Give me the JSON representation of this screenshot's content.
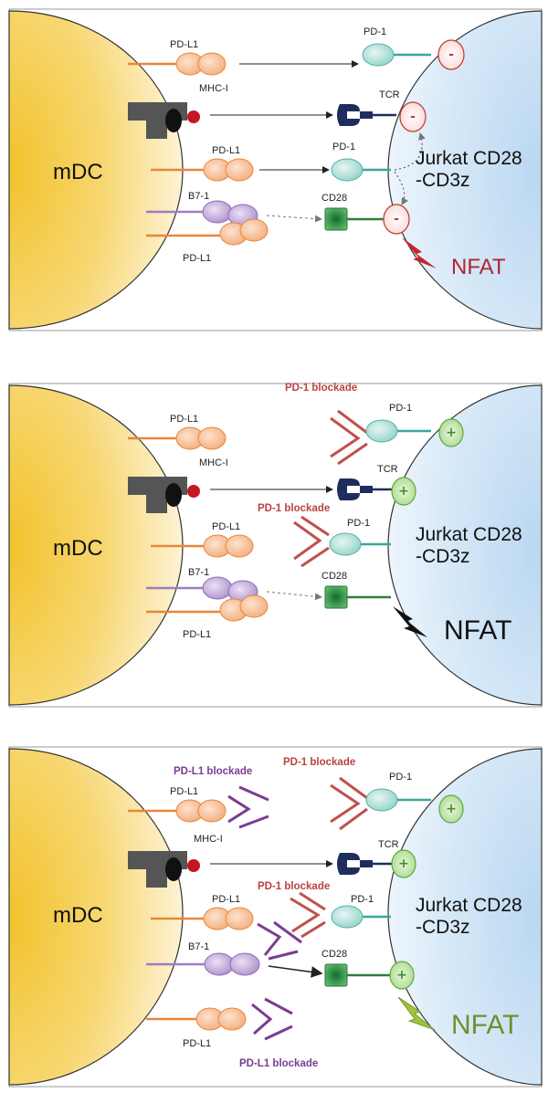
{
  "colors": {
    "mdc": "#f4c63f",
    "jurkat": "#cfe3f4",
    "pdl1": "#f5b58a",
    "b71": "#b89fd3",
    "pd1": "#a9ddd6",
    "cd28": "#2e9b4a",
    "tcr": "#1f2d5c",
    "pd1_blockade": "#c0504d",
    "pdl1_blockade": "#7b3c91",
    "nfat_inhibited": "#b3262e",
    "nfat_baseline": "#111111",
    "nfat_active": "#6f8f2a"
  },
  "panels": [
    {
      "id": "baseline",
      "mdc": "mDC",
      "jurkat_line1": "Jurkat CD28",
      "jurkat_line2": "-CD3z",
      "nfat": "NFAT",
      "labels": {
        "pdl1_top": "PD-L1",
        "mhc": "MHC-I",
        "pdl1_mid": "PD-L1",
        "b71": "B7-1",
        "pdl1_bot": "PD-L1",
        "pd1_top": "PD-1",
        "tcr": "TCR",
        "pd1_mid": "PD-1",
        "cd28": "CD28"
      },
      "signs": [
        "-",
        "-",
        "-"
      ]
    },
    {
      "id": "pd1-blockade",
      "mdc": "mDC",
      "jurkat_line1": "Jurkat CD28",
      "jurkat_line2": "-CD3z",
      "nfat": "NFAT",
      "labels": {
        "pdl1_top": "PD-L1",
        "mhc": "MHC-I",
        "pdl1_mid": "PD-L1",
        "b71": "B7-1",
        "pdl1_bot": "PD-L1",
        "pd1_top": "PD-1",
        "tcr": "TCR",
        "pd1_mid": "PD-1",
        "cd28": "CD28"
      },
      "blockade_top": "PD-1 blockade",
      "blockade_mid": "PD-1 blockade",
      "signs": [
        "+",
        "+"
      ]
    },
    {
      "id": "dual-blockade",
      "mdc": "mDC",
      "jurkat_line1": "Jurkat CD28",
      "jurkat_line2": "-CD3z",
      "nfat": "NFAT",
      "labels": {
        "pdl1_top": "PD-L1",
        "mhc": "MHC-I",
        "pdl1_mid": "PD-L1",
        "b71": "B7-1",
        "pdl1_bot": "PD-L1",
        "pd1_top": "PD-1",
        "tcr": "TCR",
        "pd1_mid": "PD-1",
        "cd28": "CD28"
      },
      "pdl1_blockade_top": "PD-L1 blockade",
      "pd1_blockade_top": "PD-1 blockade",
      "pd1_blockade_mid": "PD-1 blockade",
      "pdl1_blockade_bot": "PD-L1 blockade",
      "signs": [
        "+",
        "+",
        "+"
      ]
    }
  ]
}
